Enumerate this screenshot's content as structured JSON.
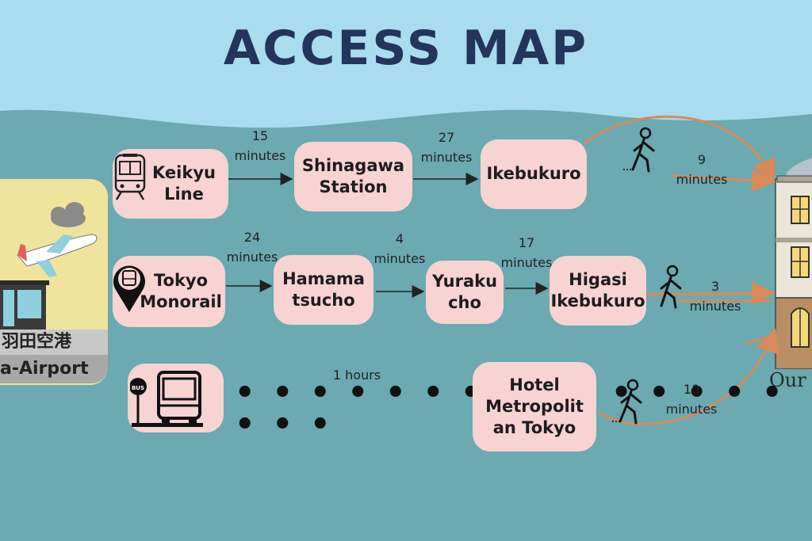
{
  "title": "ACCESS MAP",
  "airport": {
    "name_jp": "羽田空港",
    "name_en": "a-Airport"
  },
  "hotel": {
    "label": "Our"
  },
  "routes": [
    {
      "mode_icon": "train-icon",
      "stations": [
        {
          "lines": [
            "Keikyu",
            "Line"
          ]
        },
        {
          "lines": [
            "Shinagawa",
            "Station"
          ]
        },
        {
          "lines": [
            "Ikebukuro"
          ]
        }
      ],
      "times": [
        [
          "15",
          "minutes"
        ],
        [
          "27",
          "minutes"
        ]
      ],
      "walk": [
        "9",
        "minutes"
      ]
    },
    {
      "mode_icon": "monorail-pin-icon",
      "stations": [
        {
          "lines": [
            "Tokyo",
            "Monorail"
          ]
        },
        {
          "lines": [
            "Hamama",
            "tsucho"
          ]
        },
        {
          "lines": [
            "Yuraku",
            "cho"
          ]
        },
        {
          "lines": [
            "Higasi",
            "Ikebukuro"
          ]
        }
      ],
      "times": [
        [
          "24",
          "minutes"
        ],
        [
          "4",
          "minutes"
        ],
        [
          "17",
          "minutes"
        ]
      ],
      "walk": [
        "3",
        "minutes"
      ]
    },
    {
      "mode_icon": "bus-icon",
      "bus_sign": "BUS",
      "stations": [
        {
          "lines": [
            "Hotel",
            "Metropolit",
            "an Tokyo"
          ]
        }
      ],
      "times": [
        [
          "1 hours"
        ]
      ],
      "walk": [
        "10",
        "minutes"
      ]
    }
  ],
  "colors": {
    "sky": "#a9dcef",
    "sea": "#6aaab0",
    "box": "#f7d3d2",
    "title": "#24345c",
    "walk_arrow": "#d9895a"
  }
}
